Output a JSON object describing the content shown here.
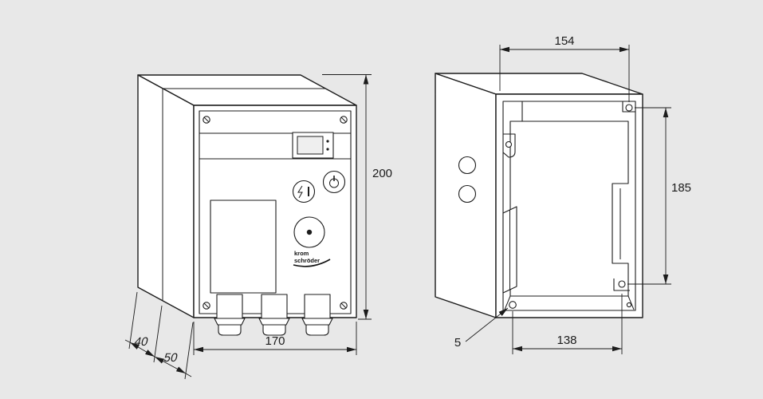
{
  "diagram": {
    "front_view": {
      "dimensions": {
        "height_mm": "200",
        "width_mm": "170",
        "depth_rear_mm": "40",
        "depth_front_mm": "50"
      },
      "logo": {
        "line1": "krom",
        "line2": "schröder"
      }
    },
    "rear_view": {
      "dimensions": {
        "opening_width_mm": "154",
        "mounting_height_mm": "185",
        "mounting_width_mm": "138",
        "hole_diameter_mm": "5"
      }
    }
  },
  "colors": {
    "background": "#e8e8e8",
    "line": "#1c1c1c",
    "surface": "#ffffff"
  }
}
